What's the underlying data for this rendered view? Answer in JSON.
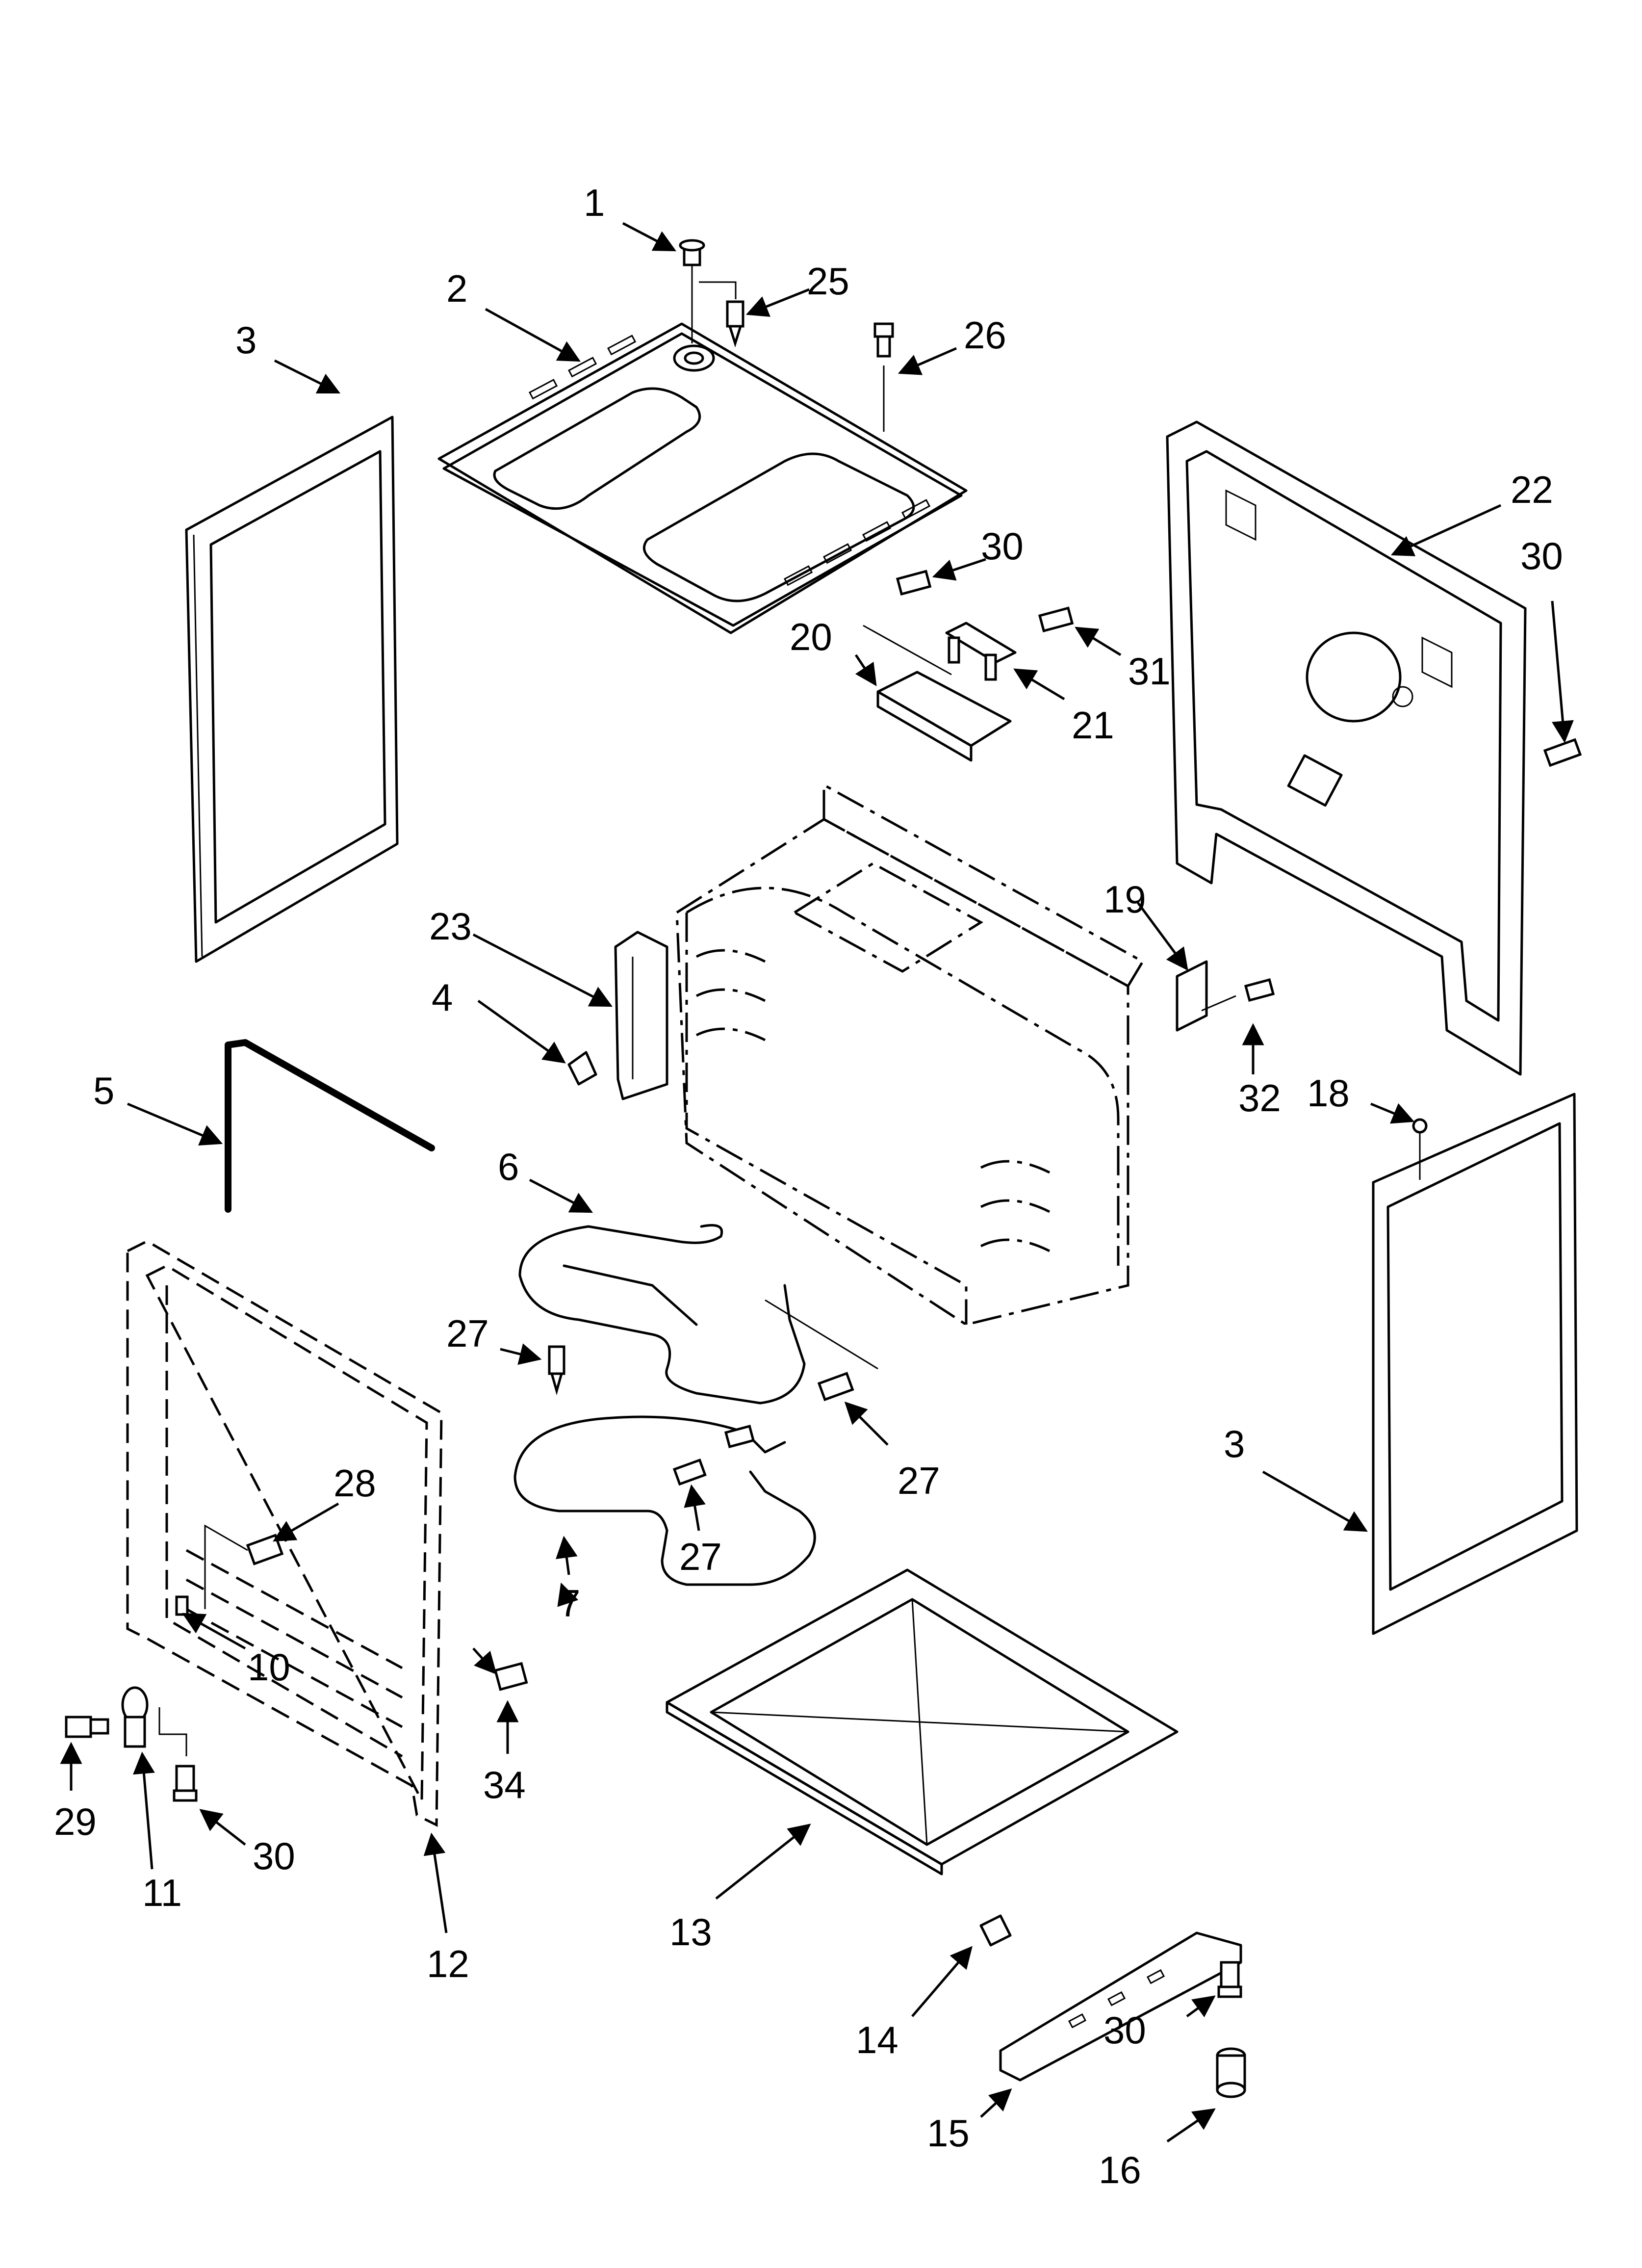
{
  "diagram": {
    "callouts": [
      {
        "id": "c1",
        "label": "1"
      },
      {
        "id": "c2",
        "label": "2"
      },
      {
        "id": "c3a",
        "label": "3"
      },
      {
        "id": "c3b",
        "label": "3"
      },
      {
        "id": "c4",
        "label": "4"
      },
      {
        "id": "c5",
        "label": "5"
      },
      {
        "id": "c6",
        "label": "6"
      },
      {
        "id": "c7",
        "label": "7"
      },
      {
        "id": "c10",
        "label": "10"
      },
      {
        "id": "c11",
        "label": "11"
      },
      {
        "id": "c12",
        "label": "12"
      },
      {
        "id": "c13",
        "label": "13"
      },
      {
        "id": "c14",
        "label": "14"
      },
      {
        "id": "c15",
        "label": "15"
      },
      {
        "id": "c16",
        "label": "16"
      },
      {
        "id": "c18",
        "label": "18"
      },
      {
        "id": "c19",
        "label": "19"
      },
      {
        "id": "c20",
        "label": "20"
      },
      {
        "id": "c21",
        "label": "21"
      },
      {
        "id": "c22",
        "label": "22"
      },
      {
        "id": "c23",
        "label": "23"
      },
      {
        "id": "c25",
        "label": "25"
      },
      {
        "id": "c26",
        "label": "26"
      },
      {
        "id": "c27a",
        "label": "27"
      },
      {
        "id": "c27b",
        "label": "27"
      },
      {
        "id": "c27c",
        "label": "27"
      },
      {
        "id": "c28",
        "label": "28"
      },
      {
        "id": "c29",
        "label": "29"
      },
      {
        "id": "c30a",
        "label": "30"
      },
      {
        "id": "c30b",
        "label": "30"
      },
      {
        "id": "c30c",
        "label": "30"
      },
      {
        "id": "c30d",
        "label": "30"
      },
      {
        "id": "c31",
        "label": "31"
      },
      {
        "id": "c32",
        "label": "32"
      },
      {
        "id": "c34",
        "label": "34"
      }
    ]
  }
}
